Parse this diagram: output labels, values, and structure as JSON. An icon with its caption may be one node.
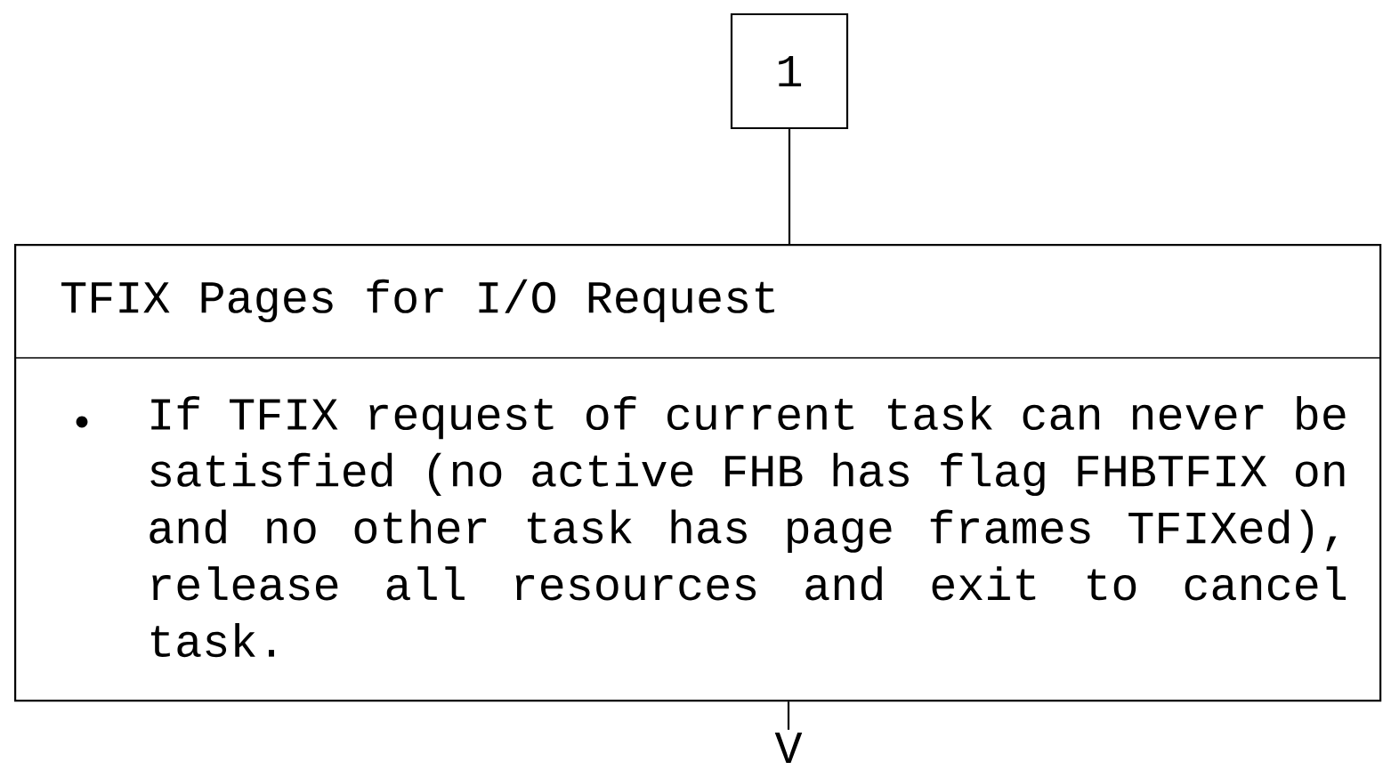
{
  "diagram": {
    "nodes": [
      {
        "text": [
          "1"
        ]
      },
      {
        "text": [
          "TFIX Pages for I/O Request",
          "If TFIX request of current task can never be satisfied (no active FHB has flag FHBTFIX on and no other task has page frames TFIXed), release all resources and exit to cancel task."
        ]
      },
      {
        "text": [
          "V"
        ]
      }
    ],
    "edges": [
      {
        "from": 0,
        "to": 1,
        "arrow": "none"
      },
      {
        "from": 1,
        "to": 2,
        "arrow": "none"
      }
    ]
  }
}
